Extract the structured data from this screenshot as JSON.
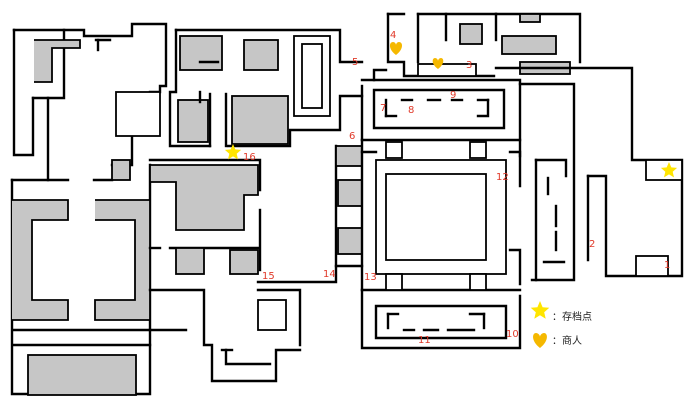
{
  "map": {
    "location_numbers": [
      "1",
      "2",
      "3",
      "4",
      "5",
      "6",
      "7",
      "8",
      "9",
      "10",
      "11",
      "12",
      "13",
      "14",
      "15",
      "16"
    ]
  },
  "legend": {
    "save_point_label": "：存档点",
    "merchant_label": "：商人"
  },
  "colors": {
    "wall": "#000000",
    "block_fill": "#c6c6c6",
    "number_text": "#e03a2a",
    "star": "#ffe500",
    "heart": "#f5b800"
  },
  "icons": {
    "save_point": "star-icon",
    "merchant": "heart-icon"
  }
}
